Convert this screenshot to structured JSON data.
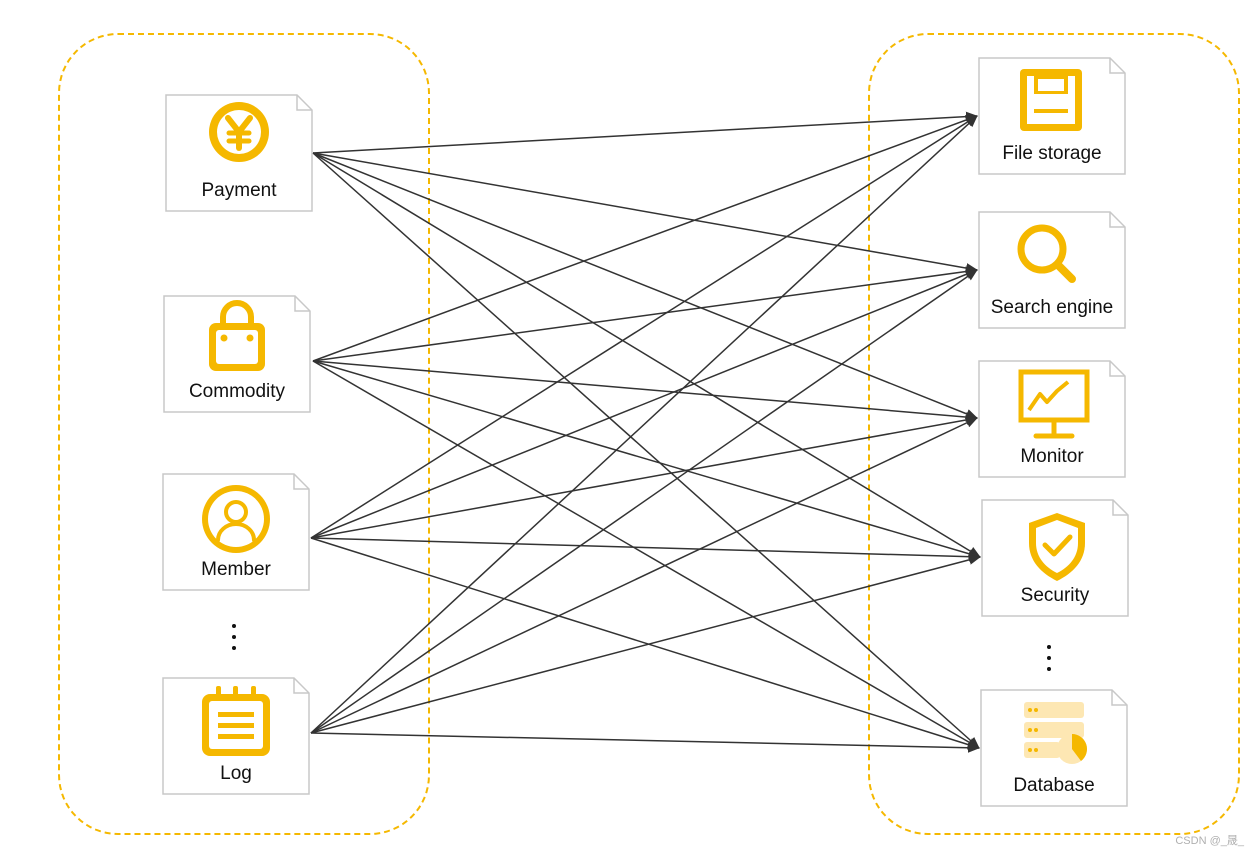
{
  "sources": [
    {
      "id": "payment",
      "label": "Payment",
      "icon": "yen-coin-icon"
    },
    {
      "id": "commodity",
      "label": "Commodity",
      "icon": "shopping-bag-icon"
    },
    {
      "id": "member",
      "label": "Member",
      "icon": "user-icon"
    },
    {
      "id": "log",
      "label": "Log",
      "icon": "notepad-icon"
    }
  ],
  "targets": [
    {
      "id": "file-storage",
      "label": "File storage",
      "icon": "floppy-disk-icon"
    },
    {
      "id": "search-engine",
      "label": "Search engine",
      "icon": "magnifier-icon"
    },
    {
      "id": "monitor",
      "label": "Monitor",
      "icon": "monitor-chart-icon"
    },
    {
      "id": "security",
      "label": "Security",
      "icon": "shield-check-icon"
    },
    {
      "id": "database",
      "label": "Database",
      "icon": "database-icon"
    }
  ],
  "edges": "every source connects to every target",
  "colors": {
    "accent": "#f5b800",
    "edge": "#333333",
    "card_border": "#c8c8c8"
  },
  "watermark": "CSDN @_晟_"
}
